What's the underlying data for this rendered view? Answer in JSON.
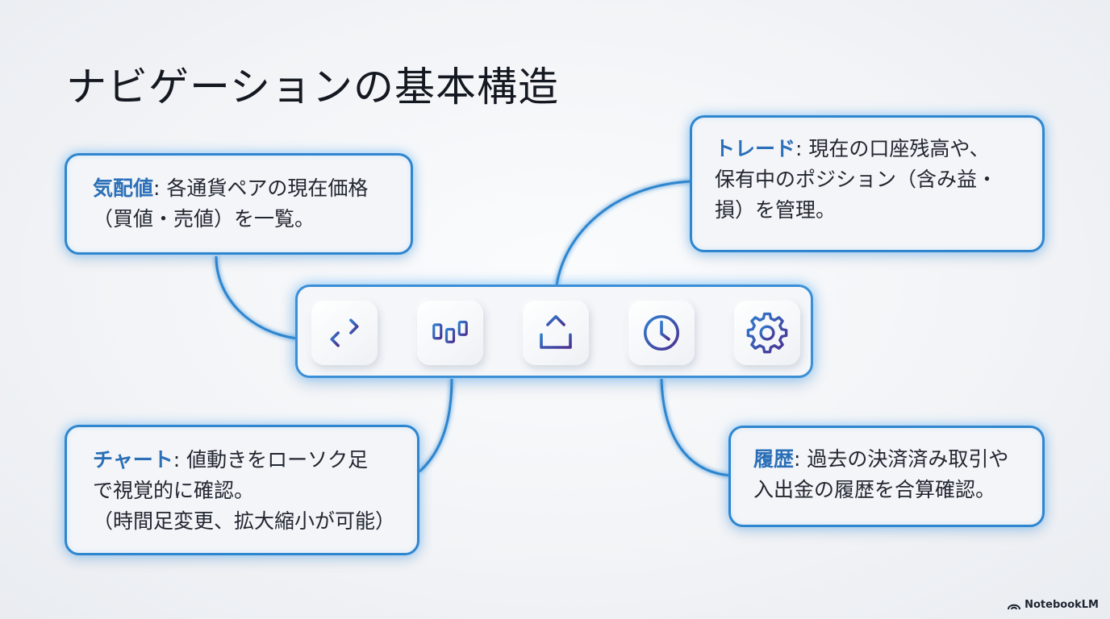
{
  "title": "ナビゲーションの基本構造",
  "callouts": {
    "quotes": {
      "keyword": "気配値",
      "line1": "各通貨ペアの現在価格",
      "line2": "（買値・売値）を一覧。"
    },
    "trade": {
      "keyword": "トレード",
      "line1": "現在の口座残高や、",
      "line2": "保有中のポジション（含み益・",
      "line3": "損）を管理。"
    },
    "chart": {
      "keyword": "チャート",
      "line1": "値動きをローソク足",
      "line2": "で視覚的に確認。",
      "line3": "（時間足変更、拡大縮小が可能）"
    },
    "history": {
      "keyword": "履歴",
      "line1": "過去の決済済み取引や",
      "line2": "入出金の履歴を合算確認。"
    }
  },
  "nav_icons": [
    "swap-arrows-icon",
    "candlestick-chart-icon",
    "upload-tray-icon",
    "clock-icon",
    "gear-icon"
  ],
  "colors": {
    "keyword": "#2a6fb8",
    "border": "#2f86cf",
    "glow": "#40aaff",
    "icon_gradient_start": "#2f7fd0",
    "icon_gradient_end": "#4b2f8f"
  },
  "brand": "NotebookLM"
}
